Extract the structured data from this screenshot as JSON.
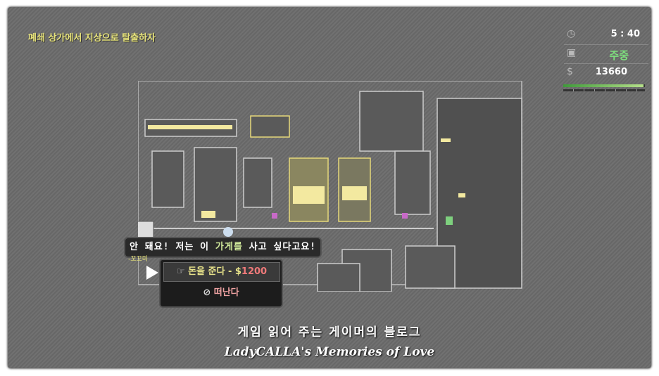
{
  "objective": "폐쇄 상가에서 지상으로 탈출하자",
  "hud": {
    "time": "5 : 40",
    "status": "주중",
    "money": "13660",
    "energy_fraction": 0.98,
    "icons": [
      "clock-icon",
      "calendar-icon",
      "dollar-icon"
    ]
  },
  "dialogue": {
    "line_pre": "안 돼요! 저는 이 ",
    "line_highlight": "가게를",
    "line_post": " 사고 싶다고요!",
    "speaker": "-꼬꼬미"
  },
  "menu": {
    "options": [
      {
        "label": "돈을 준다 - $",
        "price": "1200",
        "icon": "hand-money-icon"
      },
      {
        "label": "떠난다",
        "icon": "eye-slash-icon"
      }
    ]
  },
  "watermark": {
    "line1": "게임 읽어 주는 게이머의 블로그",
    "line2": "LadyCALLA's Memories of Love"
  },
  "colors": {
    "objective": "#e6e27a",
    "status": "#7ee07e",
    "price": "#f07a7a",
    "energy": "#5fb84a"
  }
}
